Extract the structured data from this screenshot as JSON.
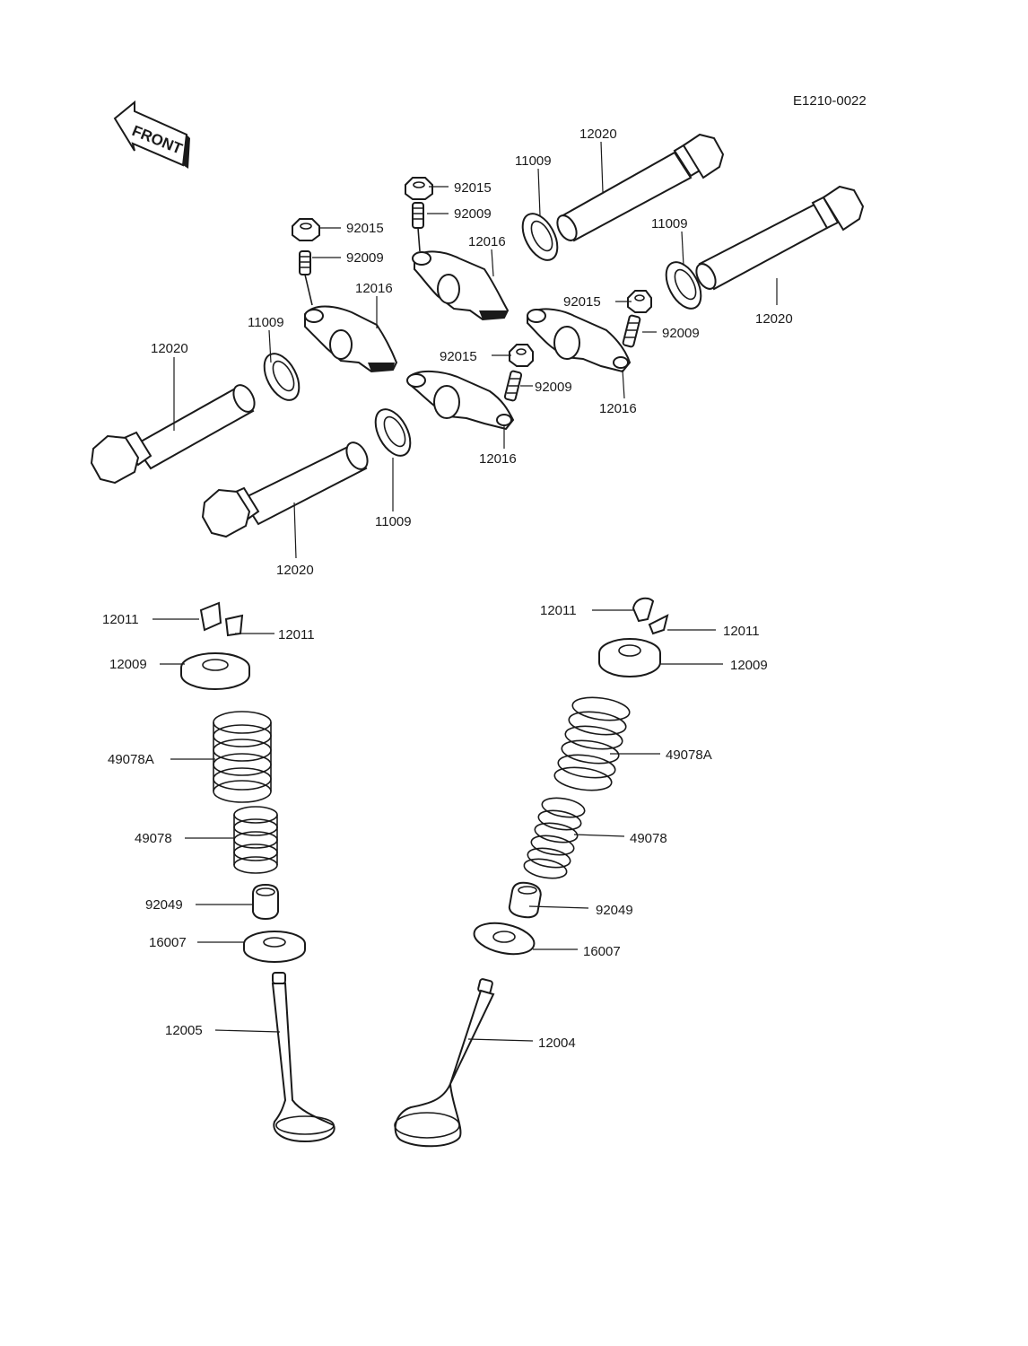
{
  "diagram_code": "E1210-0022",
  "front_label": "FRONT",
  "labels": {
    "l12020_tc": "12020",
    "l11009_tc": "11009",
    "l92015_a": "92015",
    "l92009_a": "92009",
    "l92015_b": "92015",
    "l92009_b": "92009",
    "l12016_a": "12016",
    "l11009_tr": "11009",
    "l12016_b": "12016",
    "l11009_l": "11009",
    "l12020_tr": "12020",
    "l92015_c": "92015",
    "l92009_c": "92009",
    "l12020_l": "12020",
    "l92015_d": "92015",
    "l92009_d": "92009",
    "l12016_c": "12016",
    "l12016_d": "12016",
    "l11009_c": "11009",
    "l12020_c": "12020",
    "l12011_la": "12011",
    "l12011_lb": "12011",
    "l12009_l": "12009",
    "l49078a_l": "49078A",
    "l49078_l": "49078",
    "l92049_l": "92049",
    "l16007_l": "16007",
    "l12005": "12005",
    "l12011_ra": "12011",
    "l12011_rb": "12011",
    "l12009_r": "12009",
    "l49078a_r": "49078A",
    "l49078_r": "49078",
    "l92049_r": "92049",
    "l16007_r": "16007",
    "l12004": "12004"
  }
}
